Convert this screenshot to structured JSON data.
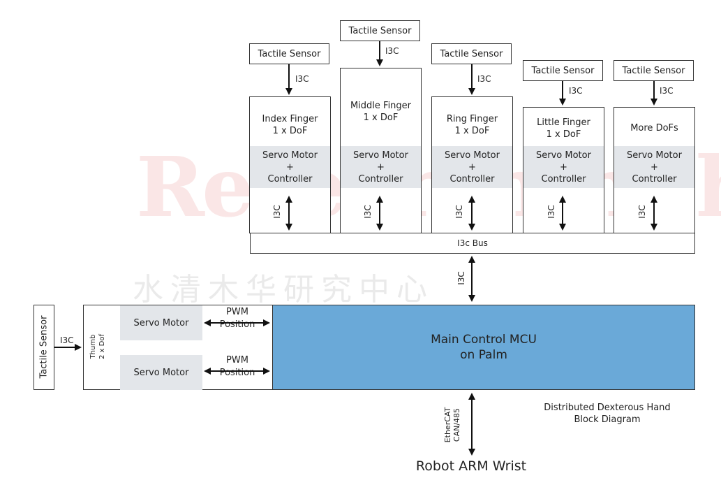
{
  "colors": {
    "mcu_fill": "#6aa9d8",
    "servo_band": "#e3e6ea",
    "border": "#333333",
    "arrow": "#111111"
  },
  "fingers": [
    {
      "name_lines": [
        "Index Finger",
        "1 x DoF"
      ],
      "sensor": "Tactile Sensor",
      "sensor_link": "I3C",
      "servo_lines": [
        "Servo Motor",
        "+",
        "Controller"
      ],
      "bus_link": "I3C"
    },
    {
      "name_lines": [
        "Middle Finger",
        "1 x DoF"
      ],
      "sensor": "Tactile Sensor",
      "sensor_link": "I3C",
      "servo_lines": [
        "Servo Motor",
        "+",
        "Controller"
      ],
      "bus_link": "I3C"
    },
    {
      "name_lines": [
        "Ring Finger",
        "1 x DoF"
      ],
      "sensor": "Tactile Sensor",
      "sensor_link": "I3C",
      "servo_lines": [
        "Servo Motor",
        "+",
        "Controller"
      ],
      "bus_link": "I3C"
    },
    {
      "name_lines": [
        "Little Finger",
        "1 x DoF"
      ],
      "sensor": "Tactile Sensor",
      "sensor_link": "I3C",
      "servo_lines": [
        "Servo Motor",
        "+",
        "Controller"
      ],
      "bus_link": "I3C"
    },
    {
      "name_lines": [
        "More DoFs"
      ],
      "sensor": "Tactile Sensor",
      "sensor_link": "I3C",
      "servo_lines": [
        "Servo Motor",
        "+",
        "Controller"
      ],
      "bus_link": "I3C"
    }
  ],
  "bus": {
    "label": "I3c Bus",
    "mcu_link": "I3C"
  },
  "palm": {
    "mcu_lines": [
      "Main Control MCU",
      "on Palm"
    ],
    "thumb_lines": [
      "Thumb",
      "2 x Dof"
    ],
    "servos": [
      {
        "label": "Servo Motor",
        "pwm_lines": [
          "PWM",
          "Position"
        ]
      },
      {
        "label": "Servo Motor",
        "pwm_lines": [
          "PWM",
          "Position"
        ]
      }
    ]
  },
  "thumb_sensor": {
    "label": "Tactile Sensor",
    "link": "I3C"
  },
  "wrist": {
    "label": "Robot ARM Wrist",
    "link_lines": [
      "EtherCAT",
      "CAN/485"
    ]
  },
  "caption_lines": [
    "Distributed Dexterous Hand",
    "Block Diagram"
  ],
  "watermark": {
    "latin": "ResearchInChina",
    "cjk": "水清木华研究中心"
  }
}
